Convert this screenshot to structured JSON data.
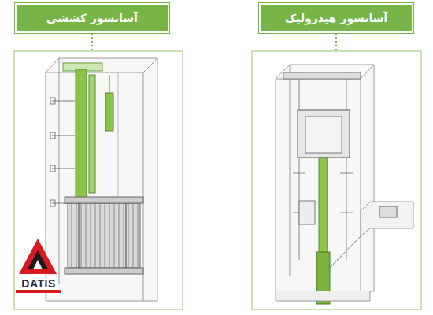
{
  "diagram": {
    "nodes": [
      {
        "text": [
          "آسانسور کششی"
        ]
      },
      {
        "text": [
          "آسانسور هیدرولیک"
        ]
      }
    ],
    "labels": [
      "DATIS"
    ]
  }
}
